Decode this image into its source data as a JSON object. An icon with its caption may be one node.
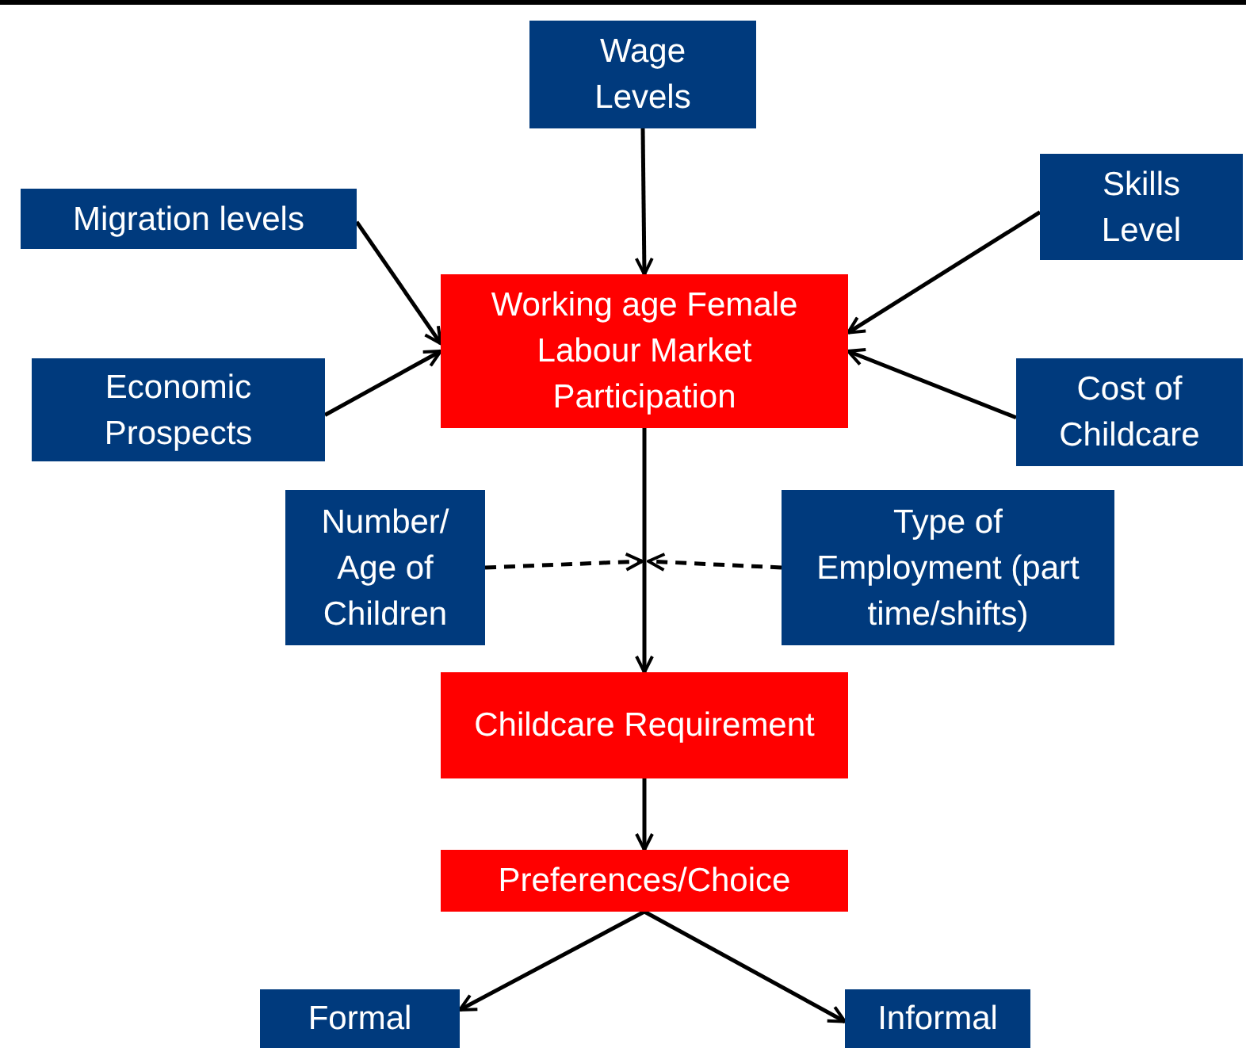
{
  "diagram": {
    "nodes": [
      {
        "text": [
          "Wage Levels"
        ]
      },
      {
        "text": [
          "Migration levels"
        ]
      },
      {
        "text": [
          "Skills Level"
        ]
      },
      {
        "text": [
          "Working age Female Labour Market Participation"
        ]
      },
      {
        "text": [
          "Economic Prospects"
        ]
      },
      {
        "text": [
          "Cost of Childcare"
        ]
      },
      {
        "text": [
          "Number/ Age of Children"
        ]
      },
      {
        "text": [
          "Type of Employment (part time/shifts)"
        ]
      },
      {
        "text": [
          "Childcare Requirement"
        ]
      },
      {
        "text": [
          "Preferences/Choice"
        ]
      },
      {
        "text": [
          "Formal"
        ]
      },
      {
        "text": [
          "Informal"
        ]
      }
    ],
    "edges": [
      {
        "from": 0,
        "to": 3,
        "arrow": "to"
      },
      {
        "from": 1,
        "to": 3,
        "arrow": "to"
      },
      {
        "from": 4,
        "to": 3,
        "arrow": "to"
      },
      {
        "from": 2,
        "to": 3,
        "arrow": "to"
      },
      {
        "from": 5,
        "to": 3,
        "arrow": "to"
      },
      {
        "from": 3,
        "to": 8,
        "arrow": "to"
      },
      {
        "from": 6,
        "to": null,
        "arrow": "to",
        "style": "dashed"
      },
      {
        "from": 7,
        "to": null,
        "arrow": "to",
        "style": "dashed"
      },
      {
        "from": 8,
        "to": 9,
        "arrow": "to"
      },
      {
        "from": 9,
        "to": 10,
        "arrow": "to"
      },
      {
        "from": 9,
        "to": 11,
        "arrow": "to"
      }
    ]
  }
}
